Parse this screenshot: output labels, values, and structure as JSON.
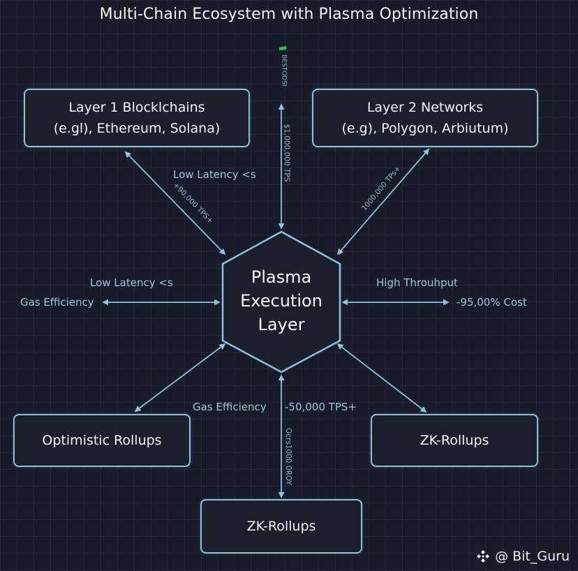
{
  "title": "Multi-Chain Ecosystem with Plasma Optimization",
  "nodes": {
    "layer1": {
      "line1": "Layer 1 Blocklchains",
      "line2": "(e.gl), Ethereum, Solana)"
    },
    "layer2": {
      "line1": "Layer 2 Networks",
      "line2": "(e.g), Polygon, Arbiutum)"
    },
    "center": {
      "line1": "Plasma",
      "line2": "Execution",
      "line3": "Layer"
    },
    "optimistic": {
      "label": "Optimistic Rollups"
    },
    "zk_right": {
      "label": "ZK-Rollups"
    },
    "zk_bottom": {
      "label": "ZK-Rollups"
    }
  },
  "edge_labels": {
    "top_latency": "Low Latency <s",
    "layer1_tps": "+90,000 TPS+",
    "layer2_tps": "1000,000 TPs+",
    "top_vertical": "$1,000,000 TPS",
    "top_vertical_small": "BESTODSI",
    "left_latency": "Low Latency <s",
    "left_gas": "Gas Efficiency",
    "right_throughput": "High Throuhput",
    "right_cost": "-95,00% Cost",
    "bottom_gas": "Gas Efficiency",
    "bottom_tps": "-50,000 TPS+",
    "bottom_vertical": "Ocrs1000 0ROY"
  },
  "colors": {
    "background": "#181b28",
    "line": "#8fc2dc",
    "label": "#9cc7dd",
    "accent_green": "#2ecc55"
  },
  "watermark": {
    "icon": "binance-logo-icon",
    "text": "@ Bit_Guru"
  }
}
